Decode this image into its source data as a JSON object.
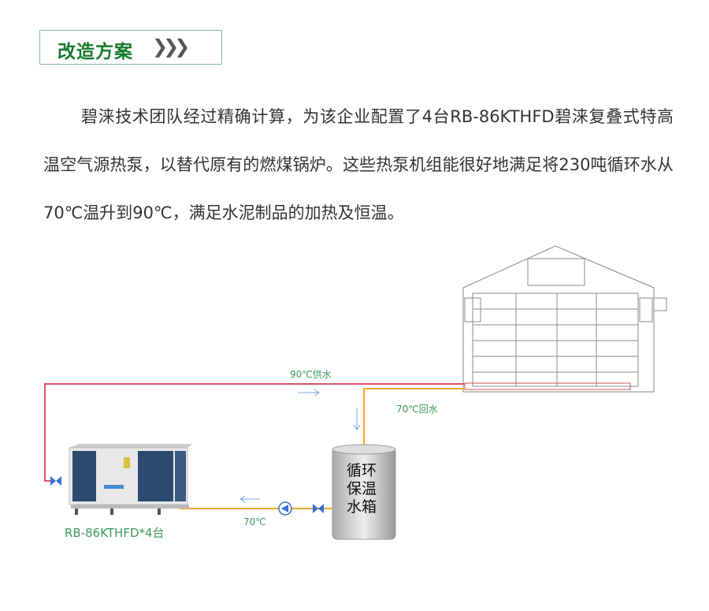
{
  "header": {
    "title": "改造方案",
    "arrows": "❯❯❯"
  },
  "paragraph": "碧涞技术团队经过精确计算，为该企业配置了4台RB-86KTHFD碧涞复叠式特高温空气源热泵，以替代原有的燃煤锅炉。这些热泵机组能很好地满足将230吨循环水从70℃温升到90℃，满足水泥制品的加热及恒温。",
  "diagram": {
    "supply_label": "90℃供水",
    "return_label": "70℃回水",
    "bottom_label": "70℃",
    "tank_label": "循环保温水箱",
    "model_label": "RB-86KTHFD*4台",
    "colors": {
      "supply": "#e0506a",
      "return": "#f5a623",
      "label": "#3a9a5a",
      "flow_arrow": "#7aa3e0"
    }
  }
}
